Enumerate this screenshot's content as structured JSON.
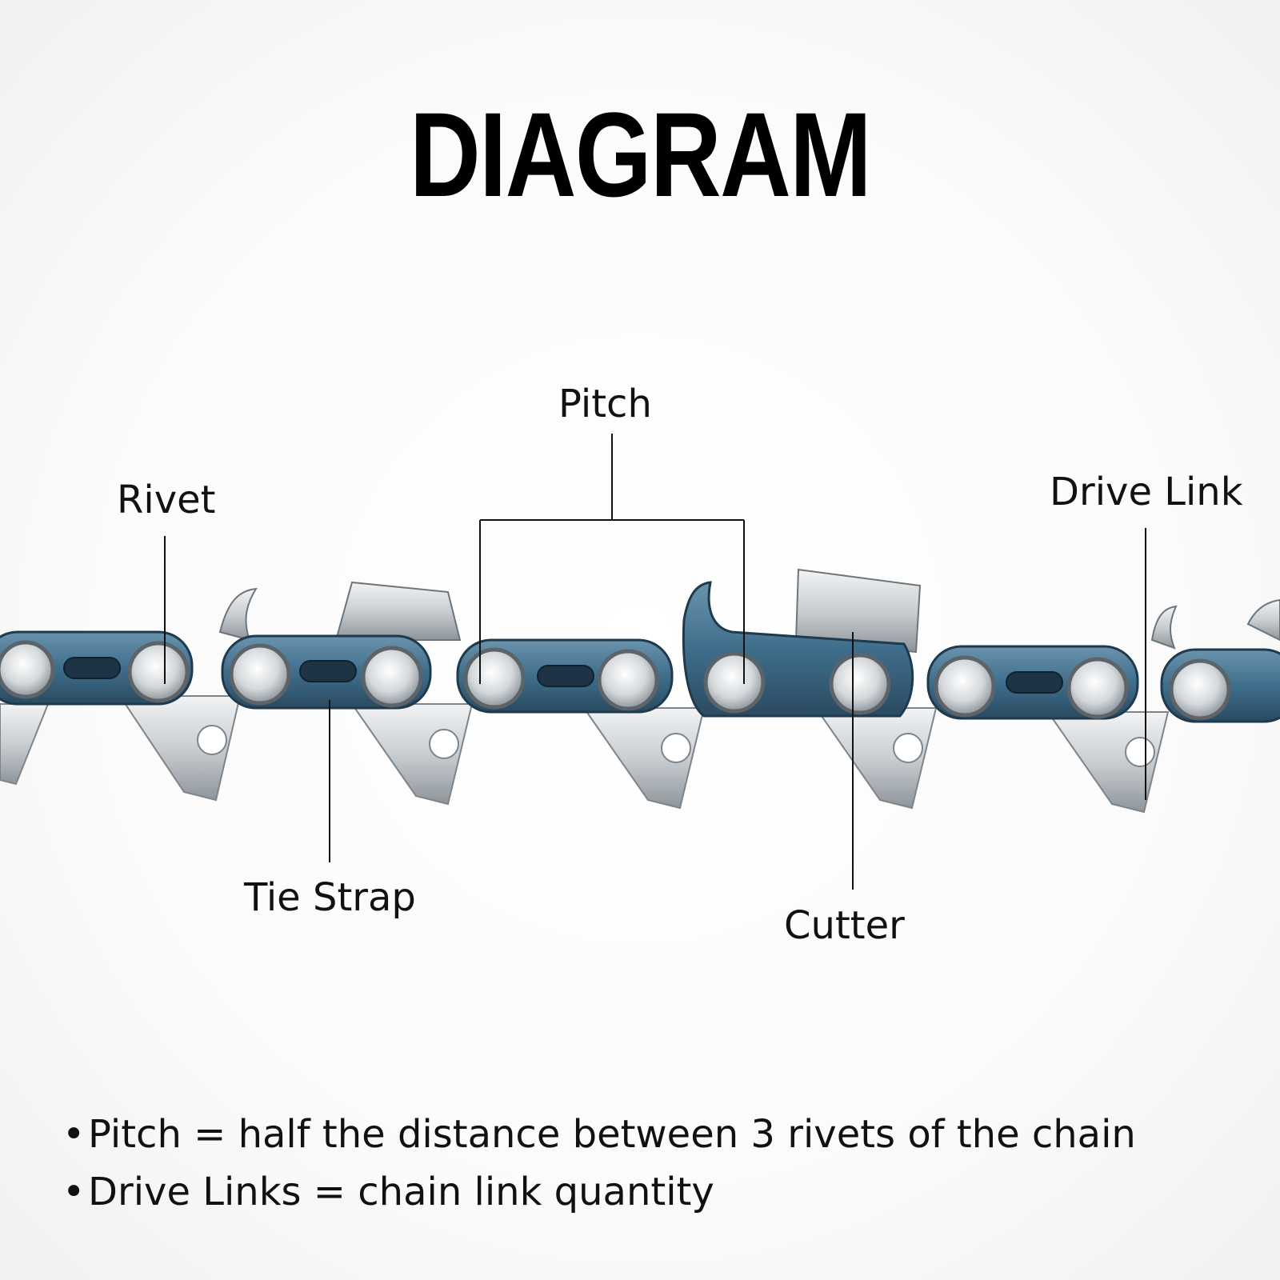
{
  "title": "DIAGRAM",
  "labels": {
    "pitch": "Pitch",
    "rivet": "Rivet",
    "drive_link": "Drive Link",
    "tie_strap": "Tie Strap",
    "cutter": "Cutter"
  },
  "notes": [
    "Pitch = half the distance between 3 rivets of the chain",
    "Drive Links = chain link quantity"
  ],
  "colors": {
    "link_blue": "#3f6e8c",
    "steel": "#cfd3d6",
    "line": "#111111"
  }
}
